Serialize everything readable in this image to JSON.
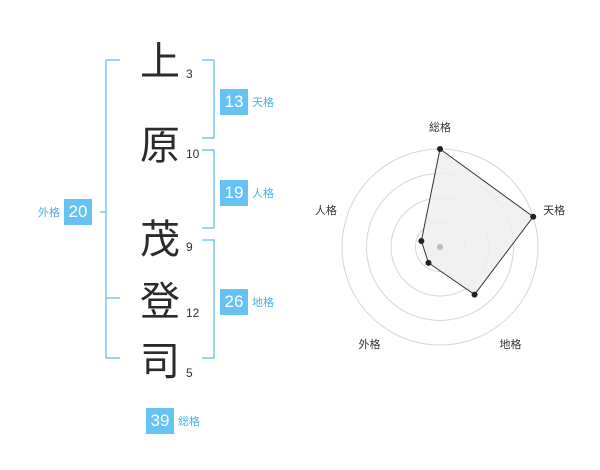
{
  "name": {
    "characters": [
      {
        "char": "上",
        "strokes": "3"
      },
      {
        "char": "原",
        "strokes": "10"
      },
      {
        "char": "茂",
        "strokes": "9"
      },
      {
        "char": "登",
        "strokes": "12"
      },
      {
        "char": "司",
        "strokes": "5"
      }
    ]
  },
  "fortunes": {
    "tenkaku": {
      "value": "13",
      "label": "天格"
    },
    "jinkaku": {
      "value": "19",
      "label": "人格"
    },
    "chikaku": {
      "value": "26",
      "label": "地格"
    },
    "gaikaku": {
      "value": "20",
      "label": "外格"
    },
    "soukaku": {
      "value": "39",
      "label": "総格"
    }
  },
  "radar": {
    "axes": [
      "総格",
      "天格",
      "地格",
      "外格",
      "人格"
    ],
    "values": [
      1.0,
      1.0,
      0.6,
      0.2,
      0.2
    ],
    "max": 1.0,
    "rings": 4,
    "colors": {
      "ring": "#d6d6d6",
      "fill": "#eeeeee",
      "line": "#333333",
      "point": "#222222",
      "center": "#bbbbbb"
    }
  },
  "colors": {
    "accent": "#66c2f3",
    "bracket": "#7cc6f0",
    "accent_text": "#4ab0e8"
  }
}
